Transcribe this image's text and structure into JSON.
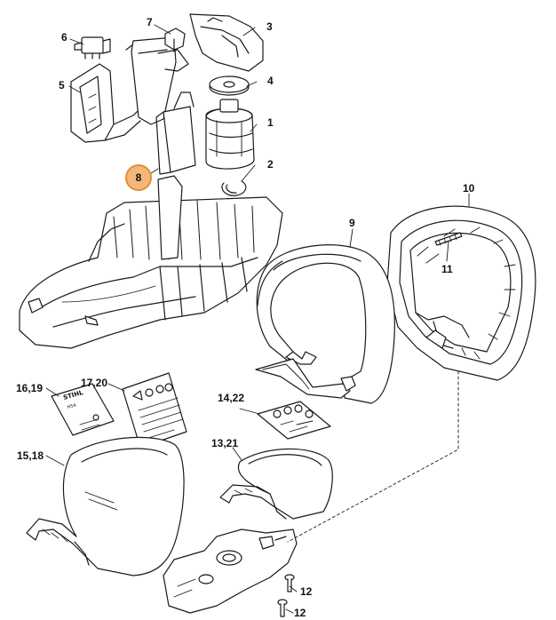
{
  "diagram": {
    "callouts": [
      {
        "id": "c1",
        "text": "1"
      },
      {
        "id": "c2",
        "text": "2"
      },
      {
        "id": "c3",
        "text": "3"
      },
      {
        "id": "c4",
        "text": "4"
      },
      {
        "id": "c5",
        "text": "5"
      },
      {
        "id": "c6",
        "text": "6"
      },
      {
        "id": "c7",
        "text": "7"
      },
      {
        "id": "c9",
        "text": "9"
      },
      {
        "id": "c10",
        "text": "10"
      },
      {
        "id": "c11",
        "text": "11"
      },
      {
        "id": "c12a",
        "text": "12"
      },
      {
        "id": "c12b",
        "text": "12"
      },
      {
        "id": "c13_21",
        "text": "13,21"
      },
      {
        "id": "c14_22",
        "text": "14,22"
      },
      {
        "id": "c15_18",
        "text": "15,18"
      },
      {
        "id": "c16_19",
        "text": "16,19"
      },
      {
        "id": "c17_20",
        "text": "17,20"
      }
    ],
    "highlighted": {
      "text": "8",
      "color": "#f4b77a",
      "border": "#e58a34"
    },
    "decal_text": {
      "brand": "STIHL",
      "model": "HSA"
    }
  }
}
